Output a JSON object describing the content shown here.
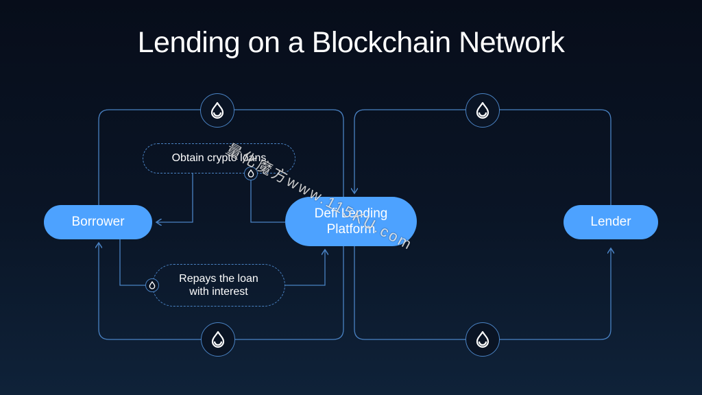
{
  "title": "Lending on a Blockchain Network",
  "nodes": {
    "borrower": "Borrower",
    "platform_line1": "Defi Lending",
    "platform_line2": "Platform",
    "lender": "Lender"
  },
  "flows": {
    "obtain": "Obtain crypto loans",
    "repays_line1": "Repays the loan",
    "repays_line2": "with interest"
  },
  "watermark": "量化魔方www.115KU.com",
  "icons": [
    "sui-drop-icon"
  ],
  "colors": {
    "background": "#070d1a",
    "node_fill": "#4da2ff",
    "line": "#4a83c4"
  }
}
